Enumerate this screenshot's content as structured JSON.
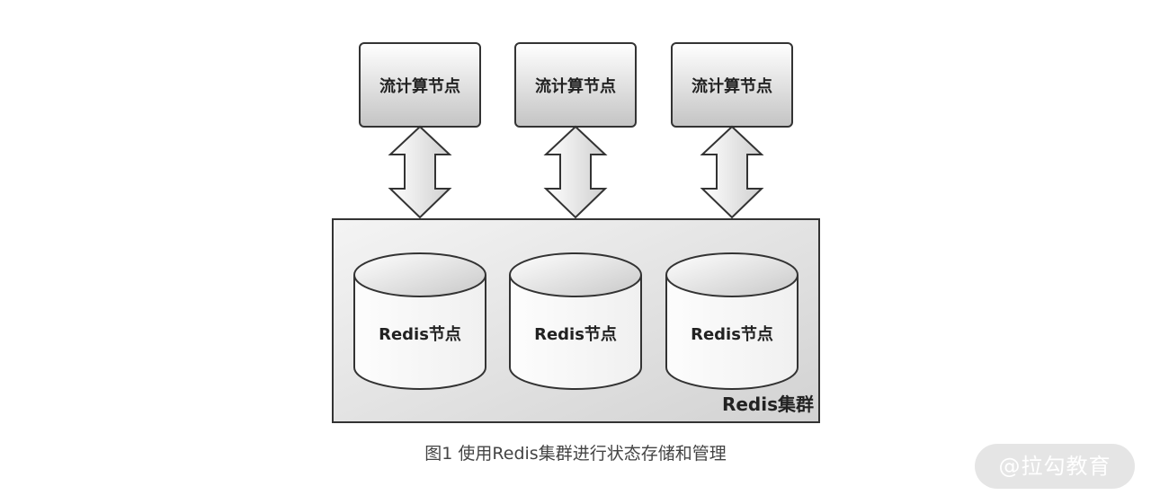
{
  "stream_nodes": [
    {
      "label": "流计算节点"
    },
    {
      "label": "流计算节点"
    },
    {
      "label": "流计算节点"
    }
  ],
  "redis_nodes": [
    {
      "label": "Redis节点"
    },
    {
      "label": "Redis节点"
    },
    {
      "label": "Redis节点"
    }
  ],
  "cluster": {
    "label": "Redis集群"
  },
  "caption": "图1 使用Redis集群进行状态存储和管理",
  "watermark": "@拉勾教育"
}
